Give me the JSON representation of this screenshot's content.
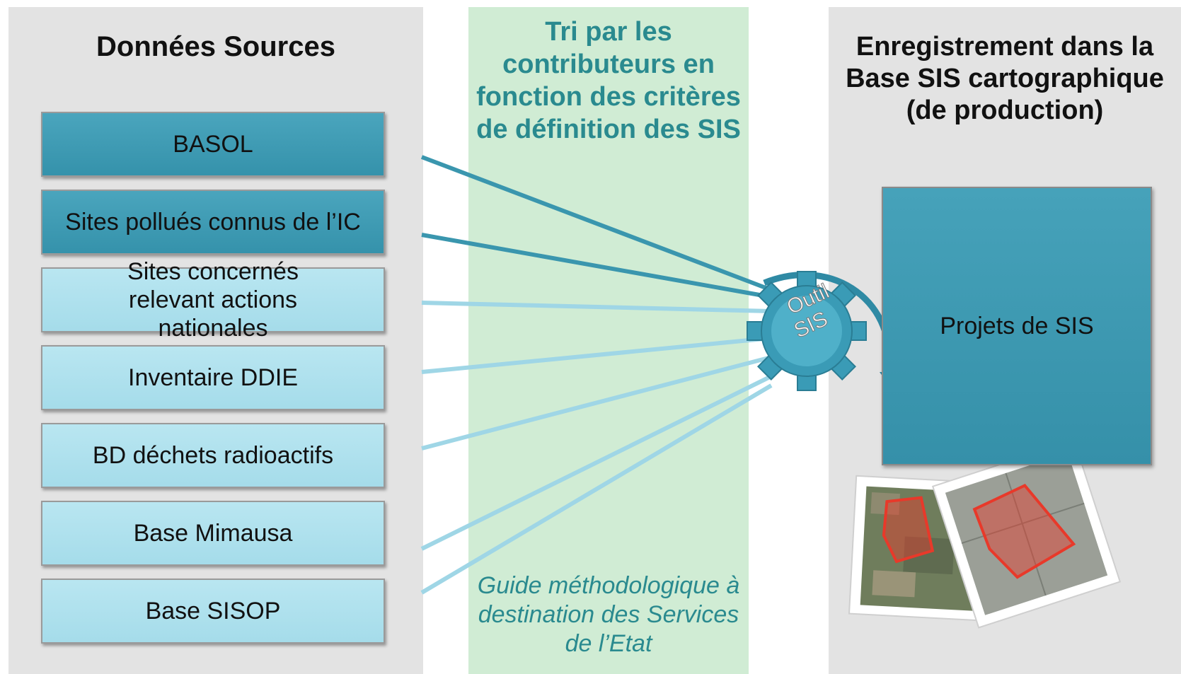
{
  "left": {
    "title": "Données Sources",
    "sources": [
      {
        "label": "BASOL",
        "style": "dark"
      },
      {
        "label": "Sites pollués connus de l’IC",
        "style": "dark"
      },
      {
        "label": "Sites concernés relevant actions nationales",
        "style": "light"
      },
      {
        "label": "Inventaire DDIE",
        "style": "light"
      },
      {
        "label": "BD déchets radioactifs",
        "style": "light"
      },
      {
        "label": "Base Mimausa",
        "style": "light"
      },
      {
        "label": "Base SISOP",
        "style": "light"
      }
    ]
  },
  "middle": {
    "title": "Tri par les contributeurs en fonction des critères de définition des SIS",
    "footer": "Guide méthodologique à destination des Services de l’Etat"
  },
  "gear": {
    "label_line1": "Outil",
    "label_line2": "SIS"
  },
  "right": {
    "title": "Enregistrement dans la Base SIS cartographique (de production)",
    "target": "Projets de SIS"
  },
  "colors": {
    "dark_box": "#3d9ab3",
    "light_box": "#abdfec",
    "accent_text": "#2a8a8f",
    "middle_panel": "#d0ecd4",
    "side_panel": "#e3e3e3",
    "polygon": "#e8392a"
  }
}
